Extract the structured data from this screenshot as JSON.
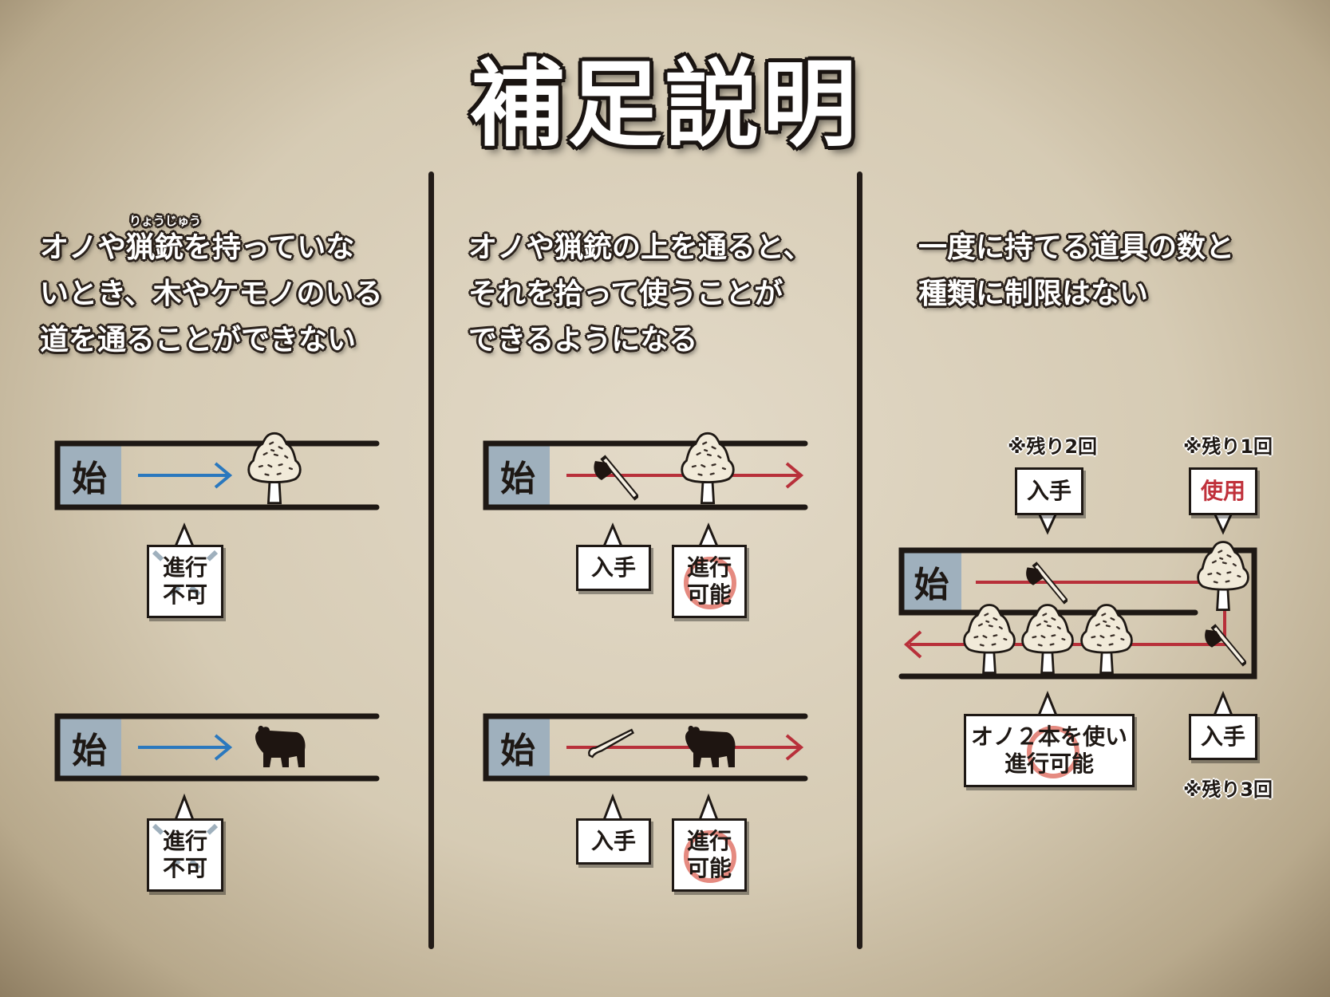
{
  "title": "補足説明",
  "columns": [
    {
      "lines": [
        "オノや猟銃を持っていな",
        "いとき、木やケモノのいる",
        "道を通ることができない"
      ],
      "ruby": "りょうじゅう"
    },
    {
      "lines": [
        "オノや猟銃の上を通ると、",
        "それを拾って使うことが",
        "できるようになる"
      ]
    },
    {
      "lines": [
        "一度に持てる道具の数と",
        "種類に制限はない"
      ]
    }
  ],
  "start_label": "始",
  "labels": {
    "cannot_pass": [
      "進行",
      "不可"
    ],
    "can_pass": [
      "進行",
      "可能"
    ],
    "obtain": "入手",
    "use": "使用",
    "two_axes": [
      "オノ２本を使い",
      "進行可能"
    ]
  },
  "notes": {
    "remaining_2": "※残り2回",
    "remaining_1": "※残り1回",
    "remaining_3": "※残り3回"
  },
  "colors": {
    "blue_arrow": "#2a78be",
    "red_path": "#b8303a",
    "start_box": "#9fb0bd",
    "use_text": "#c0313b"
  }
}
